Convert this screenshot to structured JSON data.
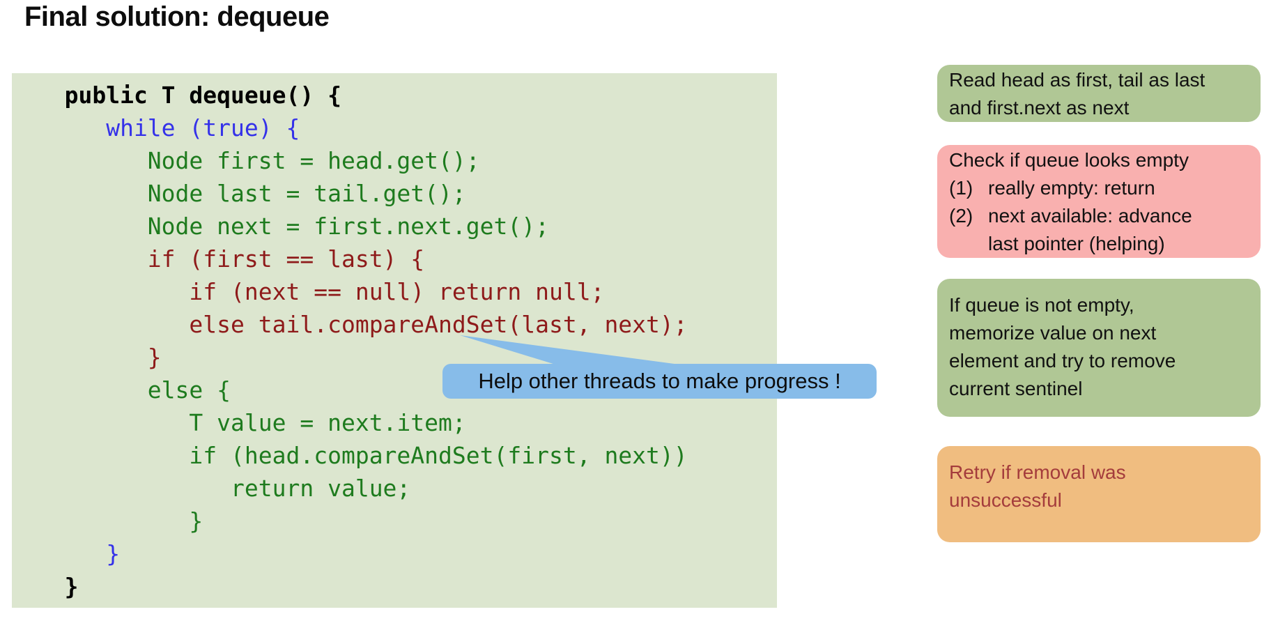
{
  "title": "Final solution: dequeue",
  "code": {
    "lines": [
      {
        "text": "   public T dequeue() {",
        "color": "code_black",
        "bold": true
      },
      {
        "text": "      while (true) {",
        "color": "code_blue"
      },
      {
        "text": "         Node first = head.get();",
        "color": "code_green"
      },
      {
        "text": "         Node last = tail.get();",
        "color": "code_green"
      },
      {
        "text": "         Node next = first.next.get();",
        "color": "code_green"
      },
      {
        "text": "         if (first == last) {",
        "color": "code_red"
      },
      {
        "text": "            if (next == null) return null;",
        "color": "code_red"
      },
      {
        "text": "            else tail.compareAndSet(last, next);",
        "color": "code_red"
      },
      {
        "text": "         }",
        "color": "code_red"
      },
      {
        "text": "         else {",
        "color": "code_green"
      },
      {
        "text": "            T value = next.item;",
        "color": "code_green"
      },
      {
        "text": "            if (head.compareAndSet(first, next))",
        "color": "code_green"
      },
      {
        "text": "               return value;",
        "color": "code_green"
      },
      {
        "text": "            }",
        "color": "code_green"
      },
      {
        "text": "      }",
        "color": "code_blue"
      },
      {
        "text": "   }",
        "color": "code_black",
        "bold": true
      }
    ]
  },
  "callout": {
    "text": "Help other threads to make progress !"
  },
  "annotations": [
    {
      "id": "read-pointers",
      "bg": "box_green",
      "text_color": "#111111",
      "lines": [
        "Read head as first, tail as last",
        "and first.next as next"
      ]
    },
    {
      "id": "check-empty",
      "bg": "box_pink",
      "text_color": "#111111",
      "lines": [
        {
          "num": "",
          "text": "Check if queue looks empty"
        },
        {
          "num": "(1)",
          "text": "really empty: return"
        },
        {
          "num": "(2)",
          "text": "next available: advance"
        },
        {
          "num": "",
          "text": "last pointer (helping)",
          "hang": true
        }
      ]
    },
    {
      "id": "not-empty",
      "bg": "box_green",
      "text_color": "#111111",
      "lines": [
        "If queue is not empty,",
        "memorize value on next",
        "element and try to remove",
        "current sentinel"
      ]
    },
    {
      "id": "retry",
      "bg": "box_orange",
      "text_color": "#a43c3c",
      "lines": [
        "Retry if removal was",
        "unsuccessful"
      ]
    }
  ],
  "palette": {
    "code_bg": "#dce6cf",
    "code_black": "#000000",
    "code_blue": "#3431e9",
    "code_green": "#1e7b1e",
    "code_red": "#8e1a1a",
    "callout_blue": "#87bce9",
    "box_green": "#b0c795",
    "box_pink": "#f9b0af",
    "box_orange": "#f0bd80",
    "retry_text": "#a43c3c"
  }
}
